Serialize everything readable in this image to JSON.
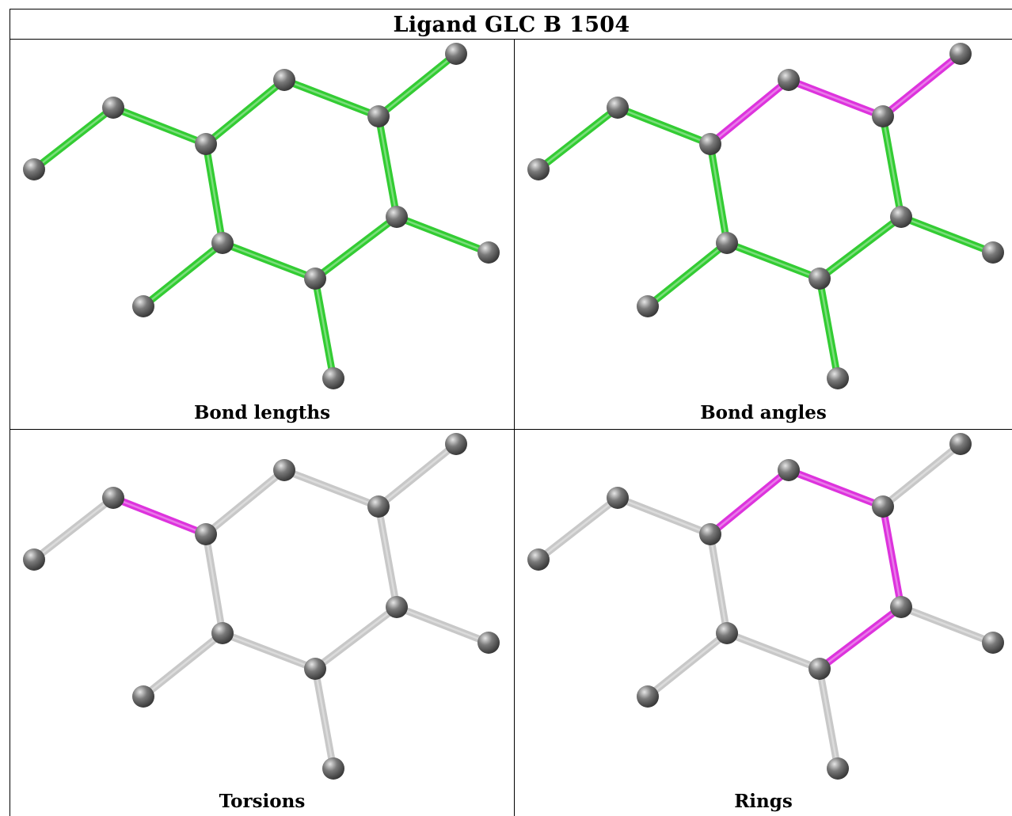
{
  "title": "Ligand GLC B 1504",
  "panels": [
    {
      "caption": "Bond lengths",
      "highlight_bonds": [],
      "default_bond_color": "green"
    },
    {
      "caption": "Bond angles",
      "highlight_bonds": [
        [
          2,
          3
        ],
        [
          3,
          4
        ],
        [
          4,
          5
        ],
        [
          4,
          6
        ]
      ],
      "default_bond_color": "green"
    },
    {
      "caption": "Torsions",
      "highlight_bonds": [
        [
          1,
          2
        ]
      ],
      "default_bond_color": "gray"
    },
    {
      "caption": "Rings",
      "highlight_bonds": [
        [
          2,
          3
        ],
        [
          3,
          4
        ],
        [
          4,
          7
        ],
        [
          7,
          9
        ],
        [
          9,
          10
        ],
        [
          10,
          2
        ]
      ],
      "default_bond_color": "gray"
    }
  ],
  "colors": {
    "green": "#33cc33",
    "magenta": "#dd33dd",
    "gray": "#c8c8c8",
    "atom": "#7a7a7a"
  }
}
